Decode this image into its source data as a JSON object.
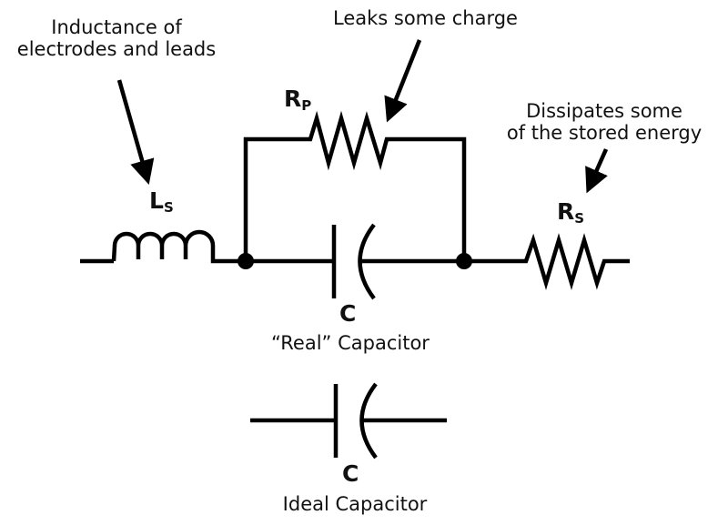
{
  "annotations": {
    "inductance": [
      "Inductance of",
      "electrodes and leads"
    ],
    "leakage": "Leaks some charge",
    "dissipation": [
      "Dissipates some",
      "of the stored energy"
    ]
  },
  "symbols": {
    "ls": {
      "main": "L",
      "sub": "S"
    },
    "rp": {
      "main": "R",
      "sub": "P"
    },
    "rs": {
      "main": "R",
      "sub": "S"
    },
    "c_real": "C",
    "c_ideal": "C"
  },
  "captions": {
    "real": "“Real” Capacitor",
    "ideal": "Ideal Capacitor"
  }
}
